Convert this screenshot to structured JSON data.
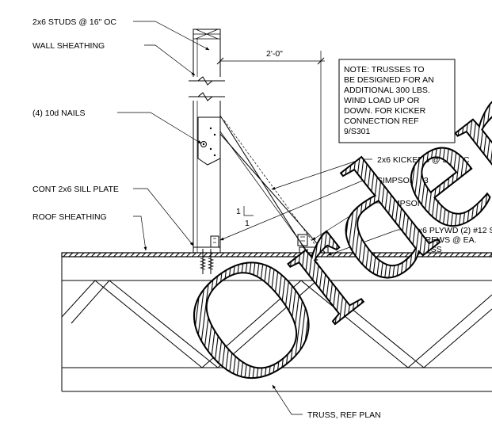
{
  "labels": {
    "studs": "2x6 STUDS @ 16\" OC",
    "sheathing": "WALL SHEATHING",
    "nails": "(4) 10d NAILS",
    "sill": "CONT 2x6 SILL PLATE",
    "roof": "ROOF SHEATHING",
    "kickers": "2x6 KICKERS @ 32\" OC",
    "h3": "SIMPSON H3",
    "a35": "SIMPSON A35",
    "plywd_1": "2x6 PLYWD (2) #12 S",
    "plywd_2": "SCREWS @ EA.",
    "plywd_3": "TRUSS",
    "truss": "TRUSS, REF PLAN"
  },
  "dimensions": {
    "width": "2'-0\"",
    "slope_rise": "1",
    "slope_run": "1"
  },
  "note": {
    "lines": [
      "NOTE: TRUSSES TO",
      "BE DESIGNED FOR AN",
      "ADDITIONAL 300 LBS.",
      "WIND LOAD UP OR",
      "DOWN. FOR KICKER",
      "CONNECTION REF",
      "9/S301"
    ]
  },
  "watermark": "Order"
}
